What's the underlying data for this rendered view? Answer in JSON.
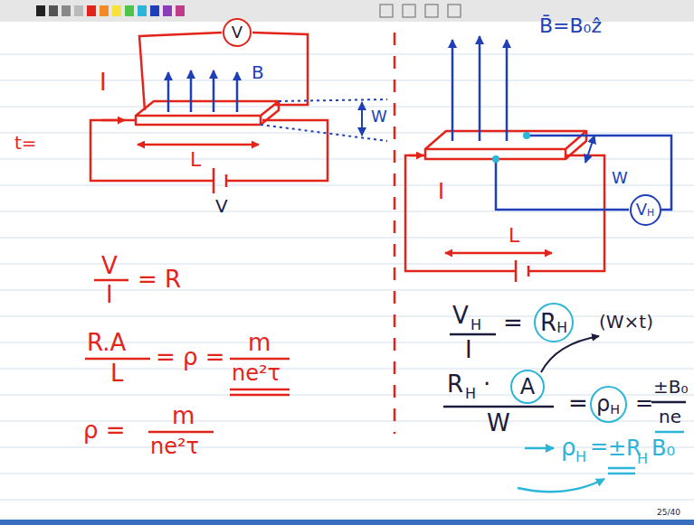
{
  "diagram": {
    "nodes": [
      {
        "text": [
          "V"
        ]
      },
      {
        "text": [
          "V",
          "H"
        ]
      },
      {
        "text": [
          "R",
          "H"
        ]
      },
      {
        "text": [
          "A"
        ]
      },
      {
        "text": [
          "ρ",
          "H"
        ]
      }
    ],
    "labels": [
      "t=",
      "I",
      "B",
      "W",
      "L",
      "V",
      "V",
      "I",
      "= R",
      "R.A",
      "L",
      "= ρ =",
      "m",
      "ne²τ",
      "ρ =",
      "m",
      "ne²τ",
      "B̄=B₀ẑ",
      "I",
      "W",
      "L",
      "V",
      "H",
      "I",
      "=",
      "(W×t)",
      "R",
      "H",
      "·",
      "W",
      "=",
      "=",
      "±B₀",
      "ne",
      "ρ",
      "H",
      "=",
      "±R",
      "H",
      "B₀",
      "25/40"
    ]
  }
}
